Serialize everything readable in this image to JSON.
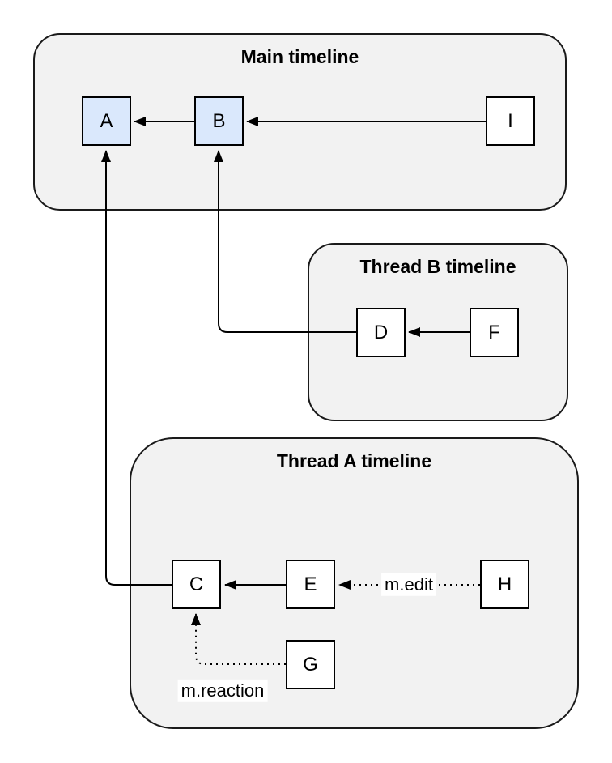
{
  "containers": {
    "main": {
      "title": "Main timeline"
    },
    "thread_b": {
      "title": "Thread B timeline"
    },
    "thread_a": {
      "title": "Thread A timeline"
    }
  },
  "nodes": {
    "a": "A",
    "b": "B",
    "i": "I",
    "d": "D",
    "f": "F",
    "c": "C",
    "e": "E",
    "h": "H",
    "g": "G"
  },
  "edge_labels": {
    "edit": "m.edit",
    "reaction": "m.reaction"
  },
  "colors": {
    "page_bg": "#ffffff",
    "container_fill": "#f2f2f2",
    "container_stroke": "#1a1a1a",
    "node_fill": "#ffffff",
    "node_stroke": "#000000",
    "highlight_fill": "#dae8fc",
    "edge_stroke": "#000000",
    "label_bg": "#ffffff"
  }
}
